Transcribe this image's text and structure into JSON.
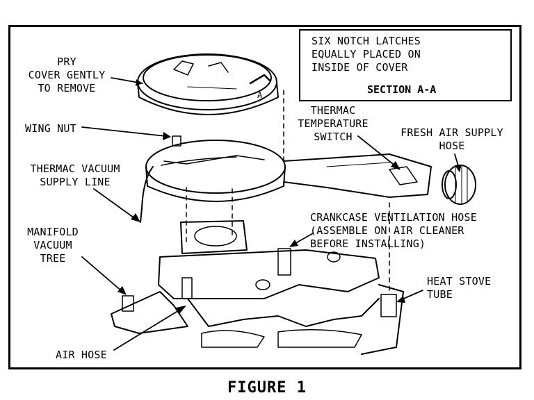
{
  "labels": {
    "section_note": "SIX NOTCH LATCHES\nEQUALLY PLACED ON\nINSIDE OF COVER",
    "section_title": "SECTION A-A",
    "pry_cover": "PRY\nCOVER GENTLY\nTO REMOVE",
    "wing_nut": "WING NUT",
    "thermac_switch": "THERMAC\nTEMPERATURE\nSWITCH",
    "fresh_air": "FRESH AIR SUPPLY\nHOSE",
    "vacuum_line": "THERMAC VACUUM\nSUPPLY LINE",
    "crankcase_hose": "CRANKCASE VENTILATION HOSE\n(ASSEMBLE ON AIR CLEANER\nBEFORE INSTALLING)",
    "manifold_tree": "MANIFOLD\nVACUUM\nTREE",
    "heat_stove": "HEAT STOVE\nTUBE",
    "air_hose": "AIR HOSE",
    "section_marker": "A"
  },
  "caption": "FIGURE 1"
}
